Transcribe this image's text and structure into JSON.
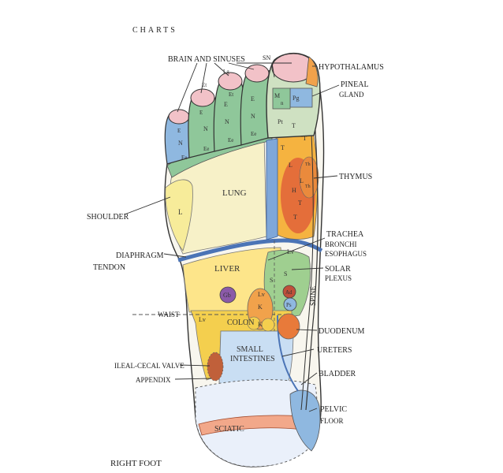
{
  "header": {
    "title": "CHARTS"
  },
  "caption": "RIGHT FOOT",
  "labels": {
    "brain_sinuses": "BRAIN AND SINUSES",
    "sn": "SN",
    "hypothalamus": "HYPOTHALAMUS",
    "pineal": "PINEAL",
    "gland": "GLAND",
    "thymus": "THYMUS",
    "shoulder": "SHOULDER",
    "diaphragm": "DIAPHRAGM",
    "tendon": "TENDON",
    "trachea": "TRACHEA",
    "bronchi": "BRONCHI",
    "esophagus": "ESOPHAGUS",
    "solar": "SOLAR",
    "plexus": "PLEXUS",
    "spine": "SPINE",
    "waist": "WAIST",
    "duodenum": "DUODENUM",
    "ureters": "URETERS",
    "ileal_cecal": "ILEAL-CECAL VALVE",
    "appendix": "APPENDIX",
    "bladder": "BLADDER",
    "pelvic": "PELVIC",
    "floor": "FLOOR"
  },
  "zones": {
    "lung": "LUNG",
    "liver": "LIVER",
    "colon": "COLON",
    "small": "SMALL",
    "intestines": "INTESTINES",
    "sciatic": "SCIATIC",
    "l": "L",
    "lv": "Lv",
    "gb": "Gb",
    "k": "K",
    "s": "S",
    "ad": "Ad",
    "ps": "Ps",
    "e": "E",
    "n": "N",
    "ee": "Ee",
    "et": "Et",
    "m": "M",
    "pg": "Pg",
    "pt": "Pt",
    "t": "T",
    "th": "Th",
    "h": "H",
    "lg": "Lg",
    "sn_small": "n"
  },
  "colors": {
    "lung": "#f7f1c8",
    "liver": "#fde58a",
    "green": "#8fc79a",
    "blue": "#8fb8e0",
    "orange": "#f1a24b",
    "red": "#e0623a",
    "pink": "#f2c2c8",
    "yellow": "#f7e34a",
    "purple": "#8b5aa8"
  }
}
